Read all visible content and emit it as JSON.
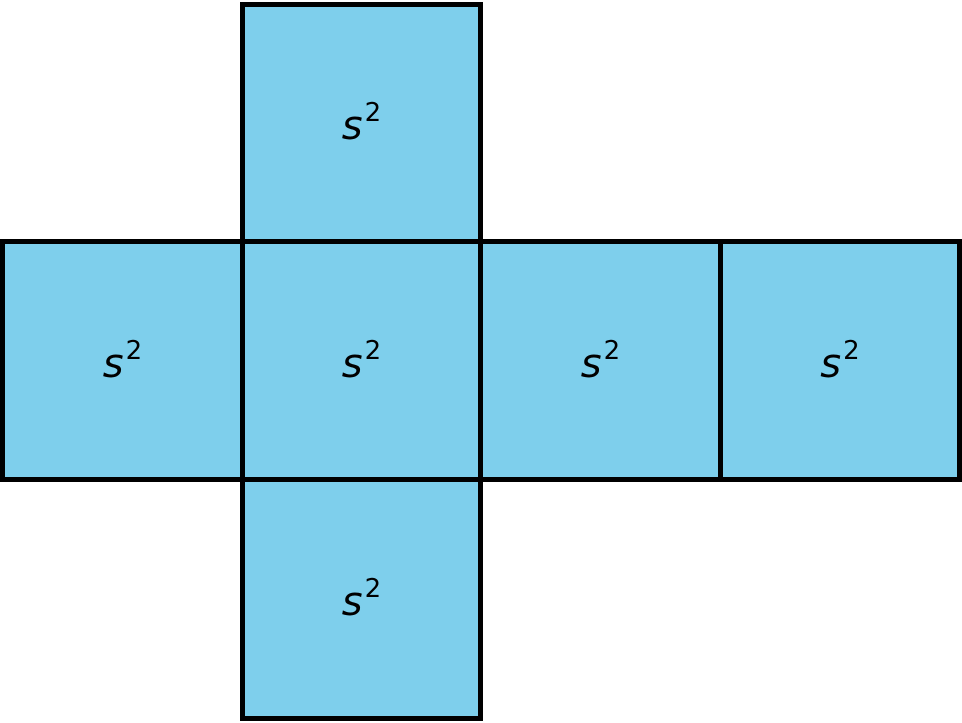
{
  "diagram": {
    "fill_color": "#7ecfec",
    "stroke_color": "#000000",
    "faces": [
      {
        "id": "top",
        "base": "s",
        "exponent": "2"
      },
      {
        "id": "left",
        "base": "s",
        "exponent": "2"
      },
      {
        "id": "center",
        "base": "s",
        "exponent": "2"
      },
      {
        "id": "right",
        "base": "s",
        "exponent": "2"
      },
      {
        "id": "far",
        "base": "s",
        "exponent": "2"
      },
      {
        "id": "bottom",
        "base": "s",
        "exponent": "2"
      }
    ]
  }
}
